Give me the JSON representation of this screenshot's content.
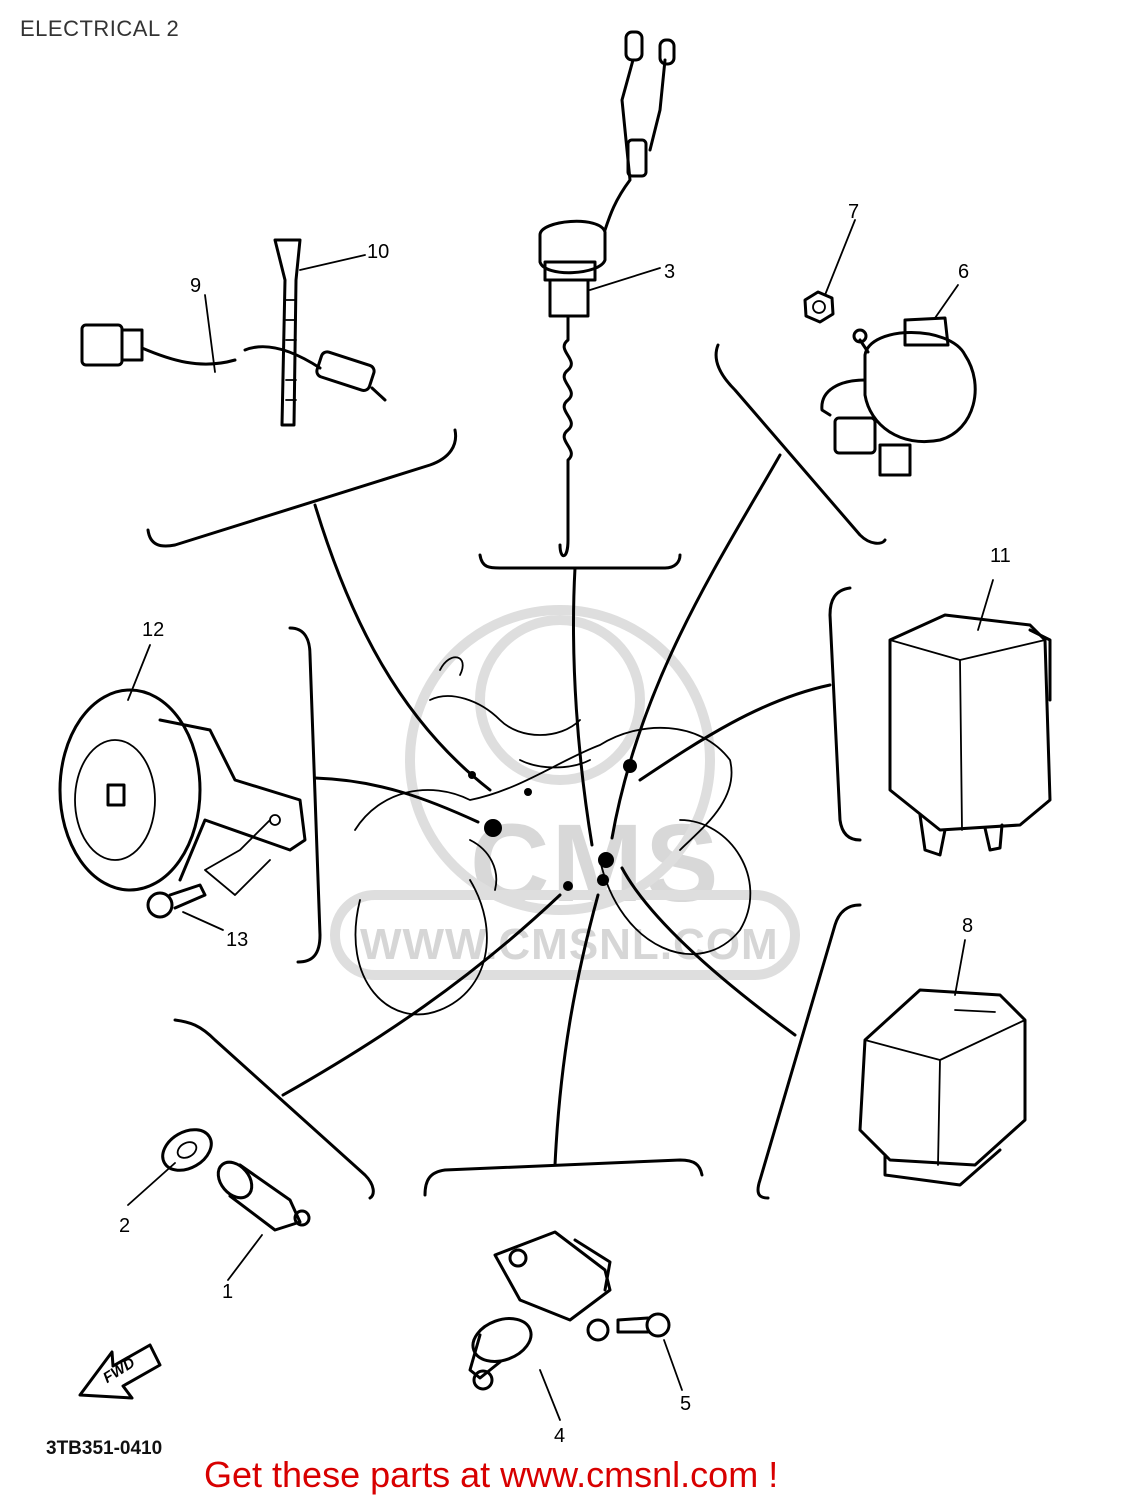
{
  "diagram": {
    "title": "ELECTRICAL 2",
    "drawing_code": "3TB351-0410",
    "promo": "Get these parts at www.cmsnl.com !",
    "direction_marker": "FWD",
    "watermark_logo": "CMS",
    "watermark_url": "WWW.CMSNL.COM",
    "parts": [
      {
        "id": "part-1",
        "label": "1"
      },
      {
        "id": "part-2",
        "label": "2"
      },
      {
        "id": "part-3",
        "label": "3"
      },
      {
        "id": "part-4",
        "label": "4"
      },
      {
        "id": "part-5",
        "label": "5"
      },
      {
        "id": "part-6",
        "label": "6"
      },
      {
        "id": "part-7",
        "label": "7"
      },
      {
        "id": "part-8",
        "label": "8"
      },
      {
        "id": "part-9",
        "label": "9"
      },
      {
        "id": "part-10",
        "label": "10"
      },
      {
        "id": "part-11",
        "label": "11"
      },
      {
        "id": "part-12",
        "label": "12"
      },
      {
        "id": "part-13",
        "label": "13"
      }
    ]
  }
}
